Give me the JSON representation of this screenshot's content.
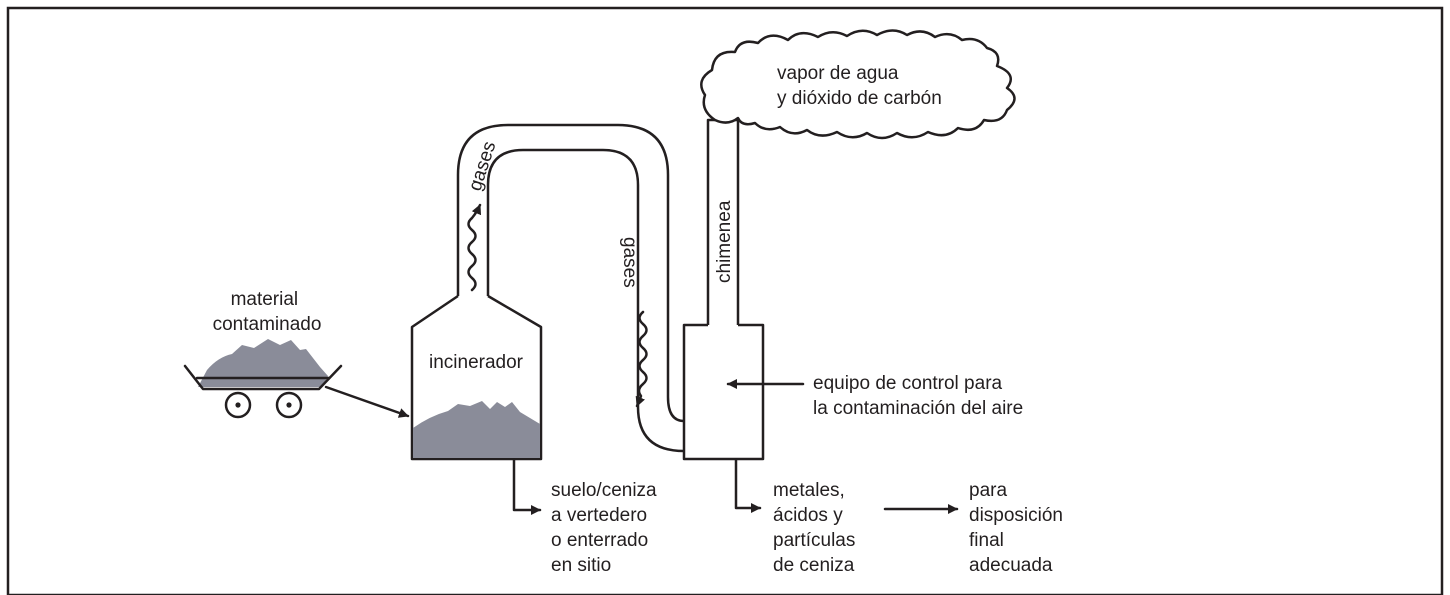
{
  "labels": {
    "material": [
      "material",
      "contaminado"
    ],
    "incinerator": "incinerador",
    "gases_rise": "gases",
    "gases_down": "gases",
    "chimney": "chimenea",
    "cloud": [
      "vapor de agua",
      "y dióxido de carbón"
    ],
    "control_equipment": [
      "equipo de control para",
      "la contaminación del aire"
    ],
    "ash_output": [
      "suelo/ceniza",
      "a vertedero",
      "o enterrado",
      "en sitio"
    ],
    "residue_output": [
      "metales,",
      "ácidos y",
      "partículas",
      "de ceniza"
    ],
    "disposal": [
      "para",
      "disposición",
      "final",
      "adecuada"
    ]
  },
  "colors": {
    "line": "#231f20",
    "ash_fill": "#8a8c99",
    "background": "#ffffff"
  }
}
